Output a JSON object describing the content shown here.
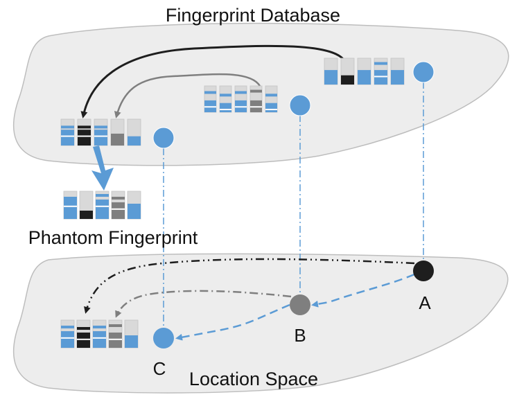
{
  "labels": {
    "database": "Fingerprint Database",
    "location_space": "Location Space",
    "phantom": "Phantom Fingerprint",
    "point_a": "A",
    "point_b": "B",
    "point_c": "C"
  },
  "colors": {
    "blue": "#5b9bd5",
    "black": "#1e1e1e",
    "gray": "#7f7f7f",
    "bar_background": "#d9d9d9",
    "region_fill": "#ededed",
    "region_stroke": "#bdbdbd"
  },
  "fingerprints": {
    "A": [
      {
        "level": 0.55,
        "color": "blue"
      },
      {
        "level": 0.35,
        "color": "black"
      },
      {
        "level": 0.55,
        "color": "blue"
      },
      {
        "level": 0.55,
        "color": "blue",
        "mark": 0.8
      },
      {
        "level": 0.55,
        "color": "blue"
      }
    ],
    "B": [
      {
        "level": 0.45,
        "color": "blue",
        "mark": 0.75
      },
      {
        "level": 0.35,
        "color": "blue",
        "mark": 0.65
      },
      {
        "level": 0.45,
        "color": "blue",
        "mark": 0.75
      },
      {
        "level": 0.45,
        "color": "gray",
        "mark": 0.8
      },
      {
        "level": 0.35,
        "color": "blue",
        "mark": 0.65
      }
    ],
    "C": [
      {
        "level": 0.6,
        "color": "blue",
        "mark": 0.7
      },
      {
        "level": 0.6,
        "color": "black",
        "mark": 0.7
      },
      {
        "level": 0.6,
        "color": "blue",
        "mark": 0.7
      },
      {
        "level": 0.45,
        "color": "gray"
      },
      {
        "level": 0.35,
        "color": "blue"
      }
    ],
    "phantom": [
      {
        "level": 0.7,
        "color": "blue",
        "mark": 0.75
      },
      {
        "level": 0.3,
        "color": "black"
      },
      {
        "level": 0.7,
        "color": "blue",
        "mark": 0.85
      },
      {
        "level": 0.6,
        "color": "gray",
        "mark": 0.75
      },
      {
        "level": 0.55,
        "color": "blue"
      }
    ],
    "location_c": [
      {
        "level": 0.6,
        "color": "blue",
        "mark": 0.75
      },
      {
        "level": 0.55,
        "color": "black",
        "mark": 0.7
      },
      {
        "level": 0.6,
        "color": "blue",
        "mark": 0.75
      },
      {
        "level": 0.55,
        "color": "gray",
        "mark": 0.8
      },
      {
        "level": 0.45,
        "color": "blue"
      }
    ]
  }
}
